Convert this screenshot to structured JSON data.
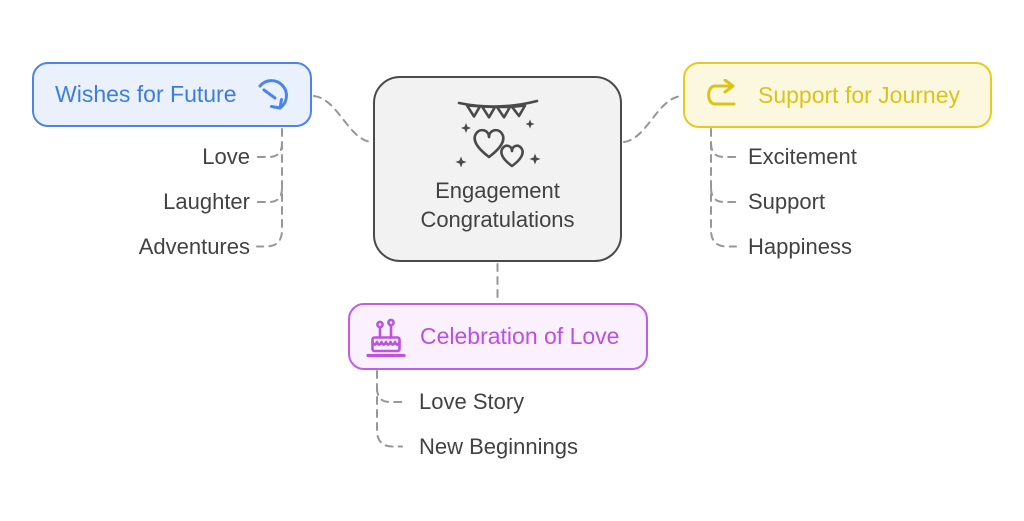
{
  "diagram": {
    "center": {
      "title_lines": [
        "Engagement",
        "Congratulations"
      ],
      "icon": "hearts-banner-icon"
    },
    "branches": [
      {
        "id": "wishes-for-future",
        "label": "Wishes for Future",
        "icon": "rotate-clockwise-arrow-icon",
        "items": [
          "Love",
          "Laughter",
          "Adventures"
        ]
      },
      {
        "id": "support-for-journey",
        "label": "Support for Journey",
        "icon": "redo-arrow-icon",
        "items": [
          "Excitement",
          "Support",
          "Happiness"
        ]
      },
      {
        "id": "celebration-of-love",
        "label": "Celebration of Love",
        "icon": "birthday-cake-icon",
        "items": [
          "Love Story",
          "New Beginnings"
        ]
      }
    ],
    "colors": {
      "blue_border": "#4d84ea",
      "blue_fill": "#eaf1fc",
      "blue_text": "#3e7de0",
      "yellow_border": "#e4cc1e",
      "yellow_fill": "#fcf8e0",
      "yellow_text": "#ddc318",
      "purple_border": "#c35ce8",
      "purple_fill": "#faf0fe",
      "purple_text": "#bb50e2",
      "center_border": "#4a4a4a",
      "center_fill": "#f2f2f2",
      "text_dark": "#424242",
      "connector_gray": "#979797"
    }
  }
}
